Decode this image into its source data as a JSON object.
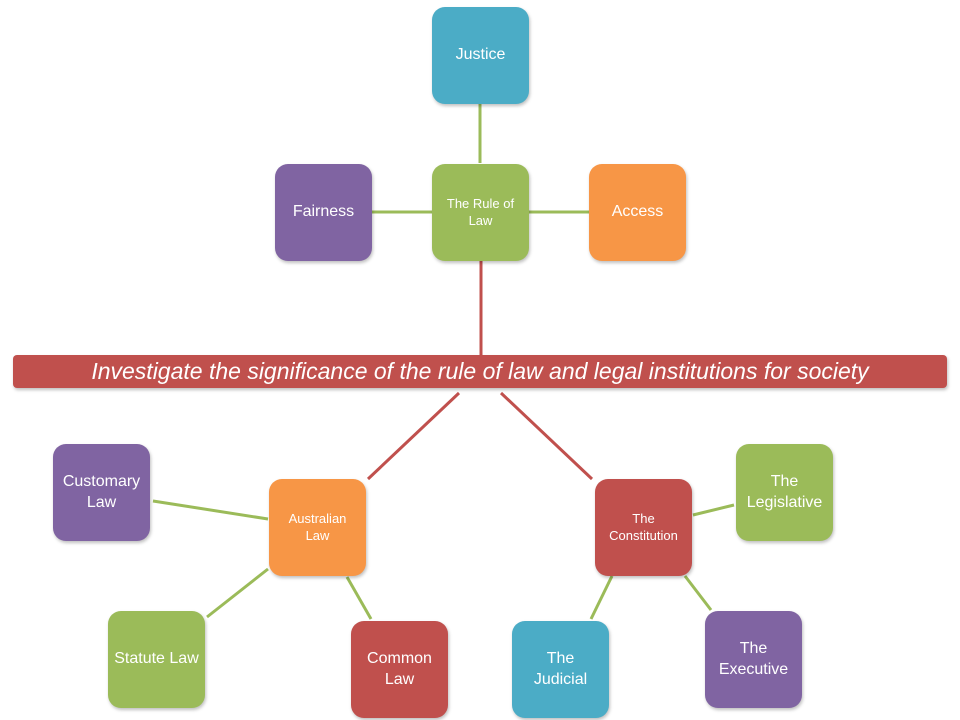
{
  "banner": {
    "text": "Investigate the significance of the rule of law and legal institutions for society",
    "color": "#c0504d"
  },
  "rule_of_law": {
    "center": "The Rule of Law",
    "justice": "Justice",
    "fairness": "Fairness",
    "access": "Access"
  },
  "australian_law": {
    "center": "Australian Law",
    "customary": "Customary Law",
    "statute": "Statute Law",
    "common": "Common Law"
  },
  "constitution": {
    "center": "The Constitution",
    "legislative": "The Legislative",
    "executive": "The Executive",
    "judicial": "The Judicial"
  },
  "colors": {
    "green": "#9bbb59",
    "teal": "#4bacc6",
    "purple": "#8064a2",
    "orange": "#f79646",
    "red": "#c0504d"
  }
}
